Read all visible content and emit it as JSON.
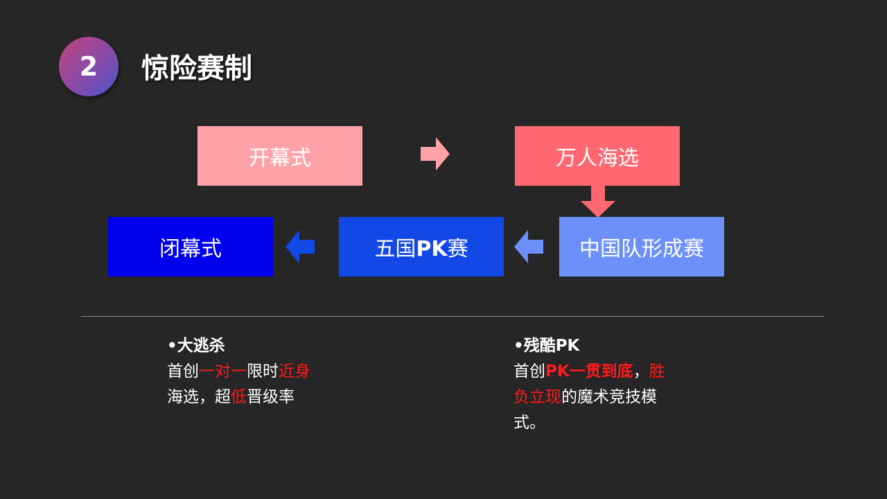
{
  "header": {
    "number": "2",
    "title": "惊险赛制"
  },
  "flow": {
    "opening": "开幕式",
    "mass_audition": "万人海选",
    "china_team": "中国队形成赛",
    "five_nation_pre": "五国",
    "five_nation_pk": "PK",
    "five_nation_post": "赛",
    "closing": "闭幕式"
  },
  "colors": {
    "opening": "#ffa2a8",
    "mass_audition": "#ff6870",
    "china_team": "#6c8ffa",
    "five_nation": "#1248e6",
    "closing": "#0000ee",
    "highlight": "#ff1a1a"
  },
  "info_left": {
    "head": "•大逃杀",
    "l1_a": "首创",
    "l1_b": "一对一",
    "l1_c": "限时",
    "l1_d": "近身",
    "l2_a": "海选，超",
    "l2_b": "低",
    "l2_c": "晋级率"
  },
  "info_right": {
    "head": "•残酷PK",
    "l1_a": "首创",
    "l1_b": "PK一贯到底",
    "l1_c": "，",
    "l1_d": "胜",
    "l2_a": "负立现",
    "l2_b": "的魔术竞技模",
    "l3": "式。"
  }
}
